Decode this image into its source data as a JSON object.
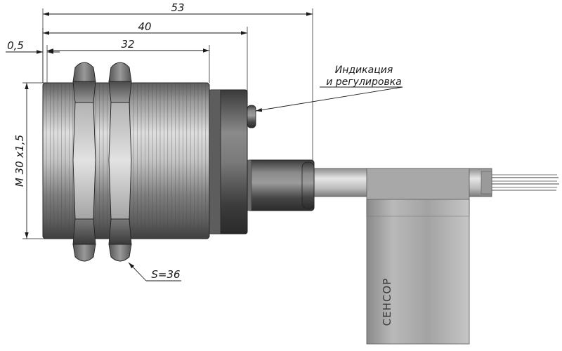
{
  "dimensions": {
    "overall": "53",
    "housing": "40",
    "thread_length": "32",
    "offset": "0,5",
    "thread_spec": "M 30 x1,5",
    "nut_size": "S=36"
  },
  "annotation": {
    "line1": "Индикация",
    "line2": "и регулировка"
  },
  "label_tag": {
    "brand": "СЕНСОР"
  }
}
